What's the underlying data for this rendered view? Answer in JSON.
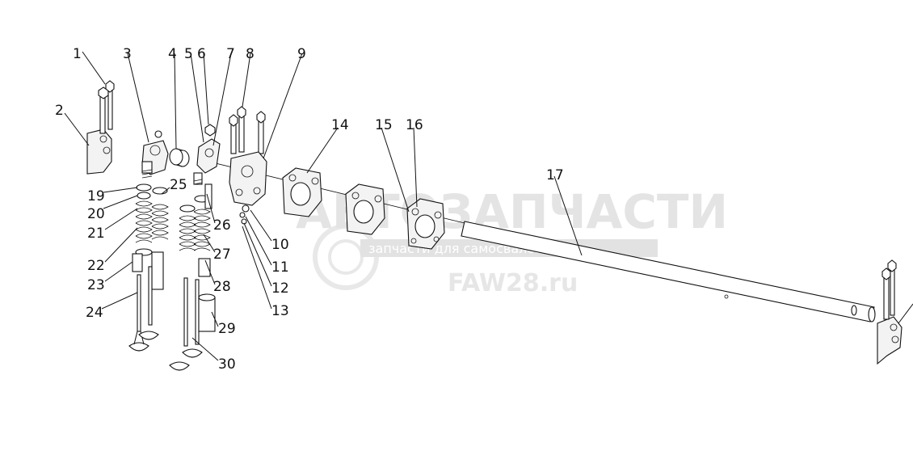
{
  "callouts": [
    "1",
    "2",
    "3",
    "4",
    "5",
    "6",
    "7",
    "8",
    "9",
    "10",
    "11",
    "12",
    "13",
    "14",
    "15",
    "16",
    "17",
    "19",
    "20",
    "21",
    "22",
    "23",
    "24",
    "25",
    "26",
    "27",
    "28",
    "29",
    "30"
  ],
  "watermark": {
    "brand": "АВТОЗАПЧАСТИ",
    "tagline": "запчасти для самосвалов FAW",
    "url": "FAW28.ru"
  },
  "colors": {
    "line": "#111111",
    "watermark": "#e4e4e4",
    "background": "#ffffff"
  }
}
